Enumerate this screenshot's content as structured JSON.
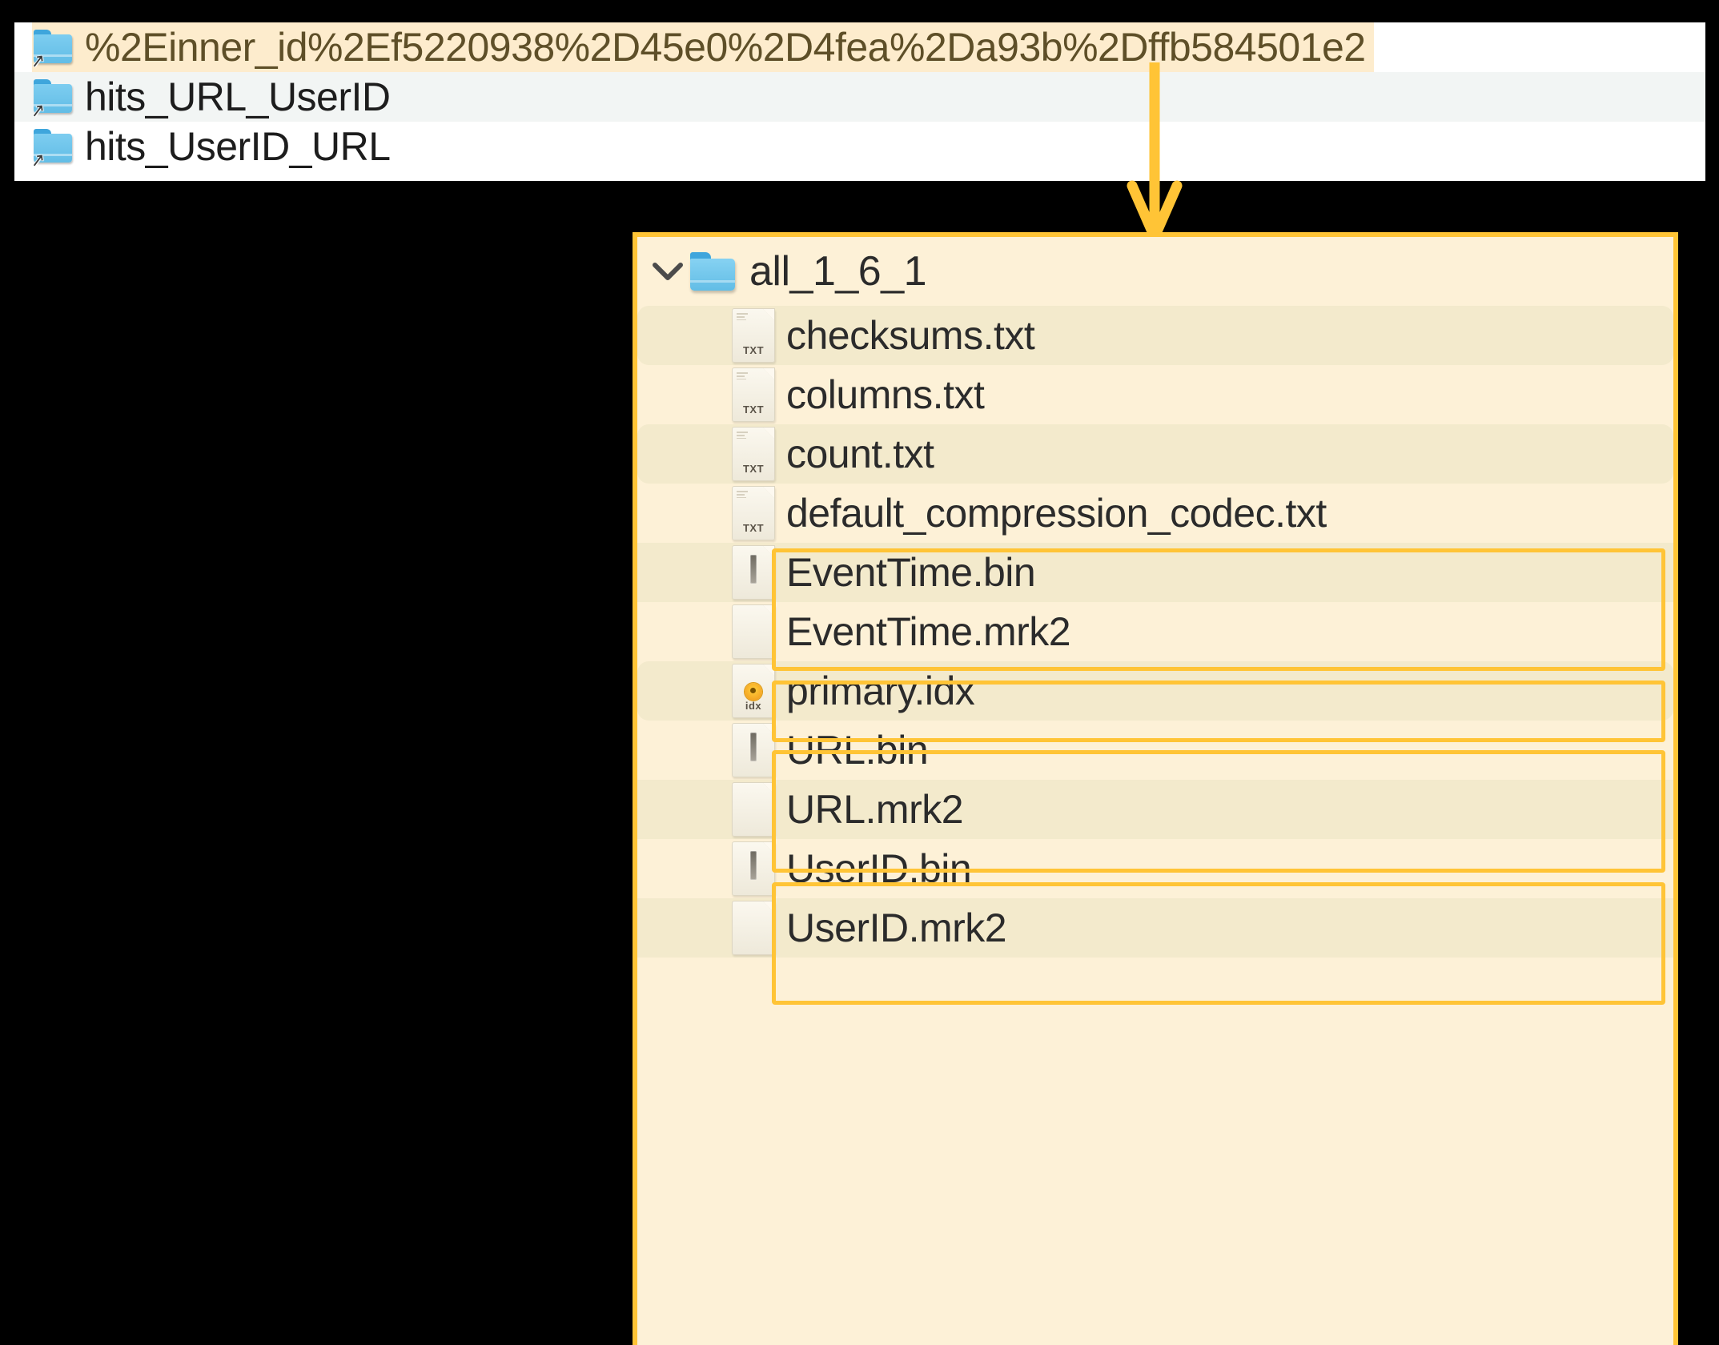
{
  "top_panel": {
    "rows": [
      {
        "icon": "folder-alias-icon",
        "label": "%2Einner_id%2Ef5220938%2D45e0%2D4fea%2Da93b%2Dffb584501e2",
        "highlighted": true
      },
      {
        "icon": "folder-alias-icon",
        "label": "hits_URL_UserID",
        "highlighted": false
      },
      {
        "icon": "folder-alias-icon",
        "label": "hits_UserID_URL",
        "highlighted": false
      }
    ]
  },
  "annotation": {
    "arrow_icon": "down-arrow-annotation",
    "accent_color": "#ffc436",
    "highlight_background": "#fdeccd",
    "panel_background": "#fdf1d7"
  },
  "tree_panel": {
    "root": {
      "twisty_icon": "chevron-down-icon",
      "folder_icon": "folder-icon",
      "name": "all_1_6_1",
      "expanded": true
    },
    "files": [
      {
        "name": "checksums.txt",
        "icon": "text-file-icon",
        "badge": "TXT",
        "boxed": false
      },
      {
        "name": "columns.txt",
        "icon": "text-file-icon",
        "badge": "TXT",
        "boxed": false
      },
      {
        "name": "count.txt",
        "icon": "text-file-icon",
        "badge": "TXT",
        "boxed": false
      },
      {
        "name": "default_compression_codec.txt",
        "icon": "text-file-icon",
        "badge": "TXT",
        "boxed": false
      },
      {
        "name": "EventTime.bin",
        "icon": "binary-file-icon",
        "badge": "",
        "boxed": true
      },
      {
        "name": "EventTime.mrk2",
        "icon": "blank-file-icon",
        "badge": "",
        "boxed": true
      },
      {
        "name": "primary.idx",
        "icon": "index-file-icon",
        "badge": "idx",
        "boxed": true
      },
      {
        "name": "URL.bin",
        "icon": "binary-file-icon",
        "badge": "",
        "boxed": true
      },
      {
        "name": "URL.mrk2",
        "icon": "blank-file-icon",
        "badge": "",
        "boxed": true
      },
      {
        "name": "UserID.bin",
        "icon": "binary-file-icon",
        "badge": "",
        "boxed": true
      },
      {
        "name": "UserID.mrk2",
        "icon": "blank-file-icon",
        "badge": "",
        "boxed": true
      }
    ],
    "highlight_groups": [
      {
        "label": "EventTime-group",
        "start_index": 4,
        "end_index": 5
      },
      {
        "label": "primary-idx-group",
        "start_index": 6,
        "end_index": 6
      },
      {
        "label": "URL-group",
        "start_index": 7,
        "end_index": 8
      },
      {
        "label": "UserID-group",
        "start_index": 9,
        "end_index": 10
      }
    ]
  }
}
